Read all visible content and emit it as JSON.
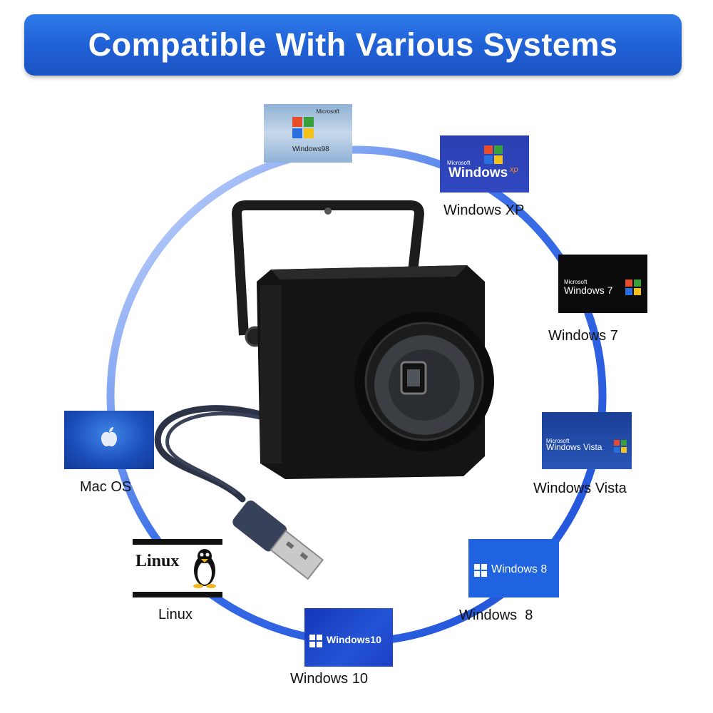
{
  "banner": {
    "title": "Compatible With Various Systems"
  },
  "systems": {
    "win98": {
      "tile_brand": "Microsoft",
      "tile_text": "Windows98"
    },
    "winxp": {
      "tile_brand": "Microsoft",
      "tile_text": "Windows",
      "tile_suffix": "xp",
      "label": "Windows XP"
    },
    "win7": {
      "tile_brand": "Microsoft",
      "tile_text": "Windows 7",
      "label": "Windows 7"
    },
    "vista": {
      "tile_brand": "Microsoft",
      "tile_text": "Windows Vista",
      "label": "Windows Vista"
    },
    "win8": {
      "tile_text": "Windows 8",
      "label": "Windows  8"
    },
    "win10": {
      "tile_text": "Windows10",
      "label": "Windows 10"
    },
    "linux": {
      "tile_text": "Linux",
      "label": "Linux"
    },
    "macos": {
      "label": "Mac OS"
    }
  },
  "colors": {
    "banner": "#2566dc",
    "ring": "#2a5fe0",
    "tile_blue": "#1f4fd0"
  },
  "icons": [
    "windows-flag-icon",
    "apple-icon",
    "tux-penguin-icon",
    "usb-plug-icon",
    "webcam-lens-icon"
  ]
}
